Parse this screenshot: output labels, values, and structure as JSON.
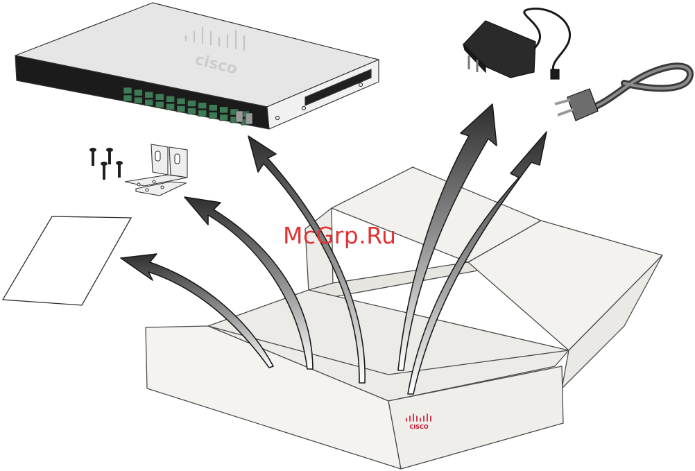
{
  "watermark": {
    "text": "McGrp.Ru"
  },
  "switch": {
    "brand": "cisco"
  },
  "box": {
    "brand": "CISCO"
  },
  "icons": {
    "switch": "network-switch-icon",
    "adapter": "power-adapter-icon",
    "cord": "power-cord-icon",
    "screws": "mounting-screws-icon",
    "brackets": "rack-mount-brackets-icon",
    "document": "documentation-sheet-icon",
    "box": "shipping-box-icon"
  },
  "colors": {
    "watermark": "#e03232",
    "box_fill": "#f1efeb",
    "box_stroke": "#4a4a4a",
    "switch_face": "#1b1b1b",
    "port_green": "#3f7a56",
    "logo_red": "#c8102e"
  }
}
